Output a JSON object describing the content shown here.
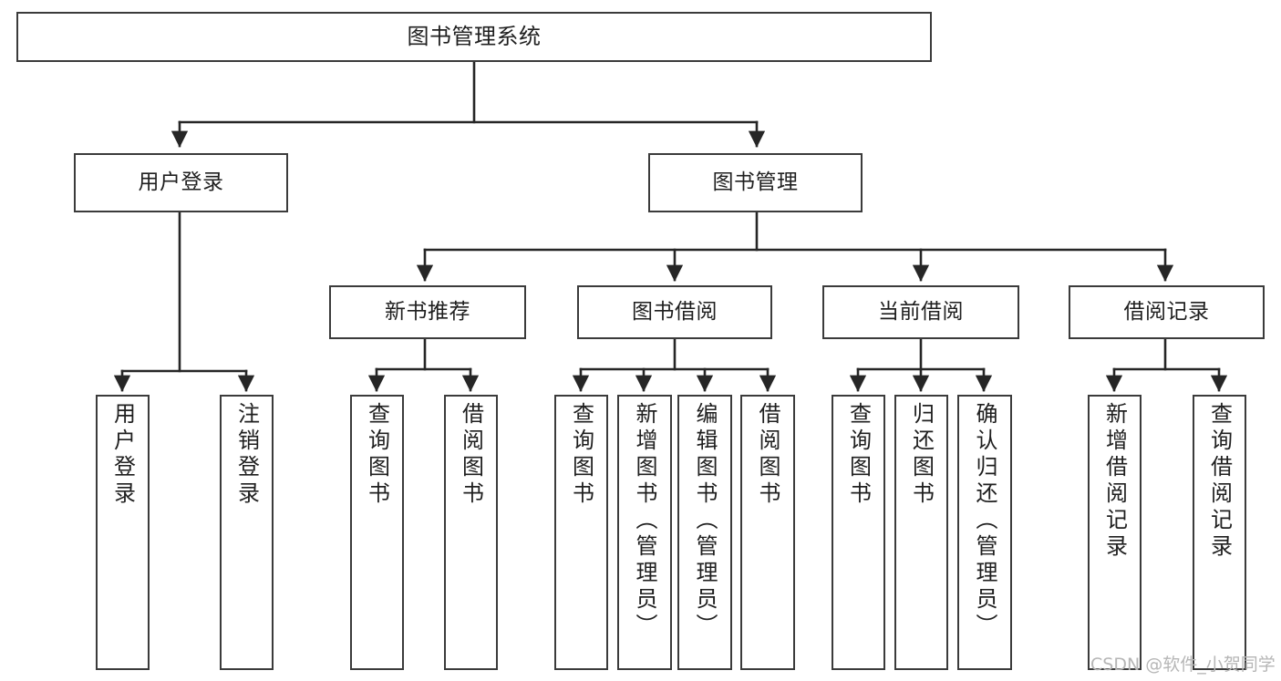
{
  "diagram": {
    "title": "图书管理系统",
    "type": "tree-hierarchy-chart",
    "colors": {
      "box_border": "#3b3b3b",
      "box_fill": "#ffffff",
      "edge": "#262626",
      "text": "#1f1f1f",
      "watermark": "#b6b6b6",
      "background": "#ffffff"
    }
  },
  "nodes": {
    "root": {
      "label": "图书管理系统"
    },
    "level2": [
      {
        "id": "user-login",
        "label": "用户登录"
      },
      {
        "id": "book-management",
        "label": "图书管理"
      }
    ],
    "level3": [
      {
        "id": "new-book-recommend",
        "label": "新书推荐"
      },
      {
        "id": "book-borrow",
        "label": "图书借阅"
      },
      {
        "id": "current-borrow",
        "label": "当前借阅"
      },
      {
        "id": "borrow-record",
        "label": "借阅记录"
      }
    ],
    "leaves": {
      "user-login": [
        {
          "id": "leaf-user-login",
          "label": "用户登录"
        },
        {
          "id": "leaf-logout-login",
          "label": "注销登录"
        }
      ],
      "new-book-recommend": [
        {
          "id": "leaf-query-book-1",
          "label": "查询图书"
        },
        {
          "id": "leaf-borrow-book-1",
          "label": "借阅图书"
        }
      ],
      "book-borrow": [
        {
          "id": "leaf-query-book-2",
          "label": "查询图书"
        },
        {
          "id": "leaf-add-book",
          "label": "新增图书（管理员）"
        },
        {
          "id": "leaf-edit-book",
          "label": "编辑图书（管理员）"
        },
        {
          "id": "leaf-borrow-book-2",
          "label": "借阅图书"
        }
      ],
      "current-borrow": [
        {
          "id": "leaf-query-book-3",
          "label": "查询图书"
        },
        {
          "id": "leaf-return-book",
          "label": "归还图书"
        },
        {
          "id": "leaf-confirm-return",
          "label": "确认归还（管理员）"
        }
      ],
      "borrow-record": [
        {
          "id": "leaf-add-record",
          "label": "新增借阅记录"
        },
        {
          "id": "leaf-query-record",
          "label": "查询借阅记录"
        }
      ]
    }
  },
  "watermark": {
    "text": "CSDN @软件_小贺同学"
  }
}
